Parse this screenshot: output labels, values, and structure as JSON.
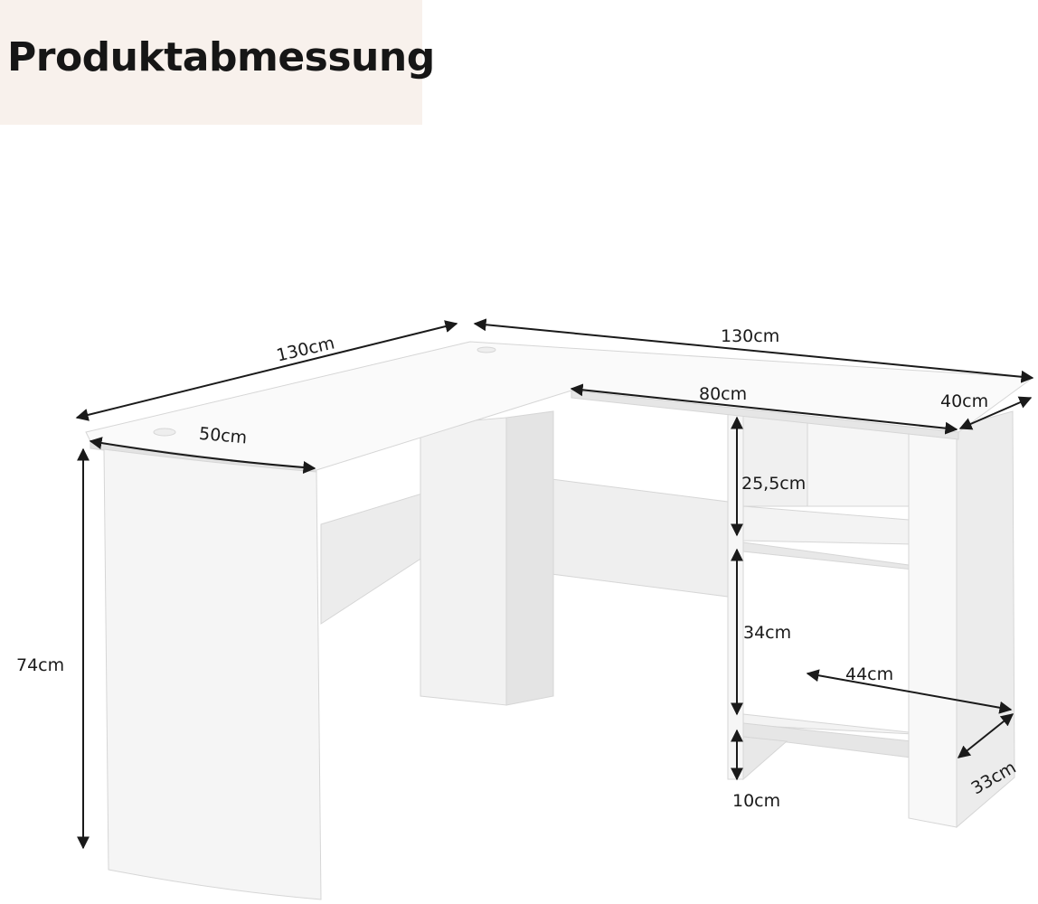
{
  "header": {
    "title": "Produktabmessung"
  },
  "dimensions": {
    "left_length": "130cm",
    "right_length": "130cm",
    "top_depth_left": "50cm",
    "inner_length": "80cm",
    "shelf_depth": "40cm",
    "shelf_upper_height": "25,5cm",
    "shelf_middle_height": "34cm",
    "shelf_width": "44cm",
    "shelf_bottom_depth": "33cm",
    "floor_clearance": "10cm",
    "total_height": "74cm"
  },
  "colors": {
    "header_bg": "#f8f1ec",
    "desk": "#f4f4f4",
    "line": "#1a1a1a"
  }
}
